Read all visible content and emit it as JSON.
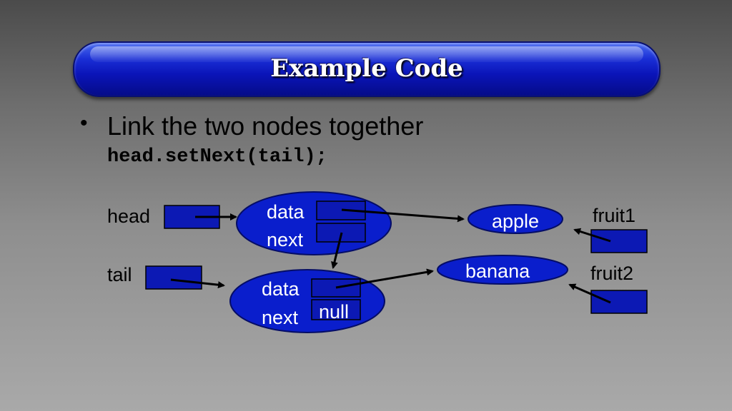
{
  "slide": {
    "title": "Example Code",
    "bullet": "Link the two nodes together",
    "code": "head.setNext(tail);"
  },
  "diagram": {
    "head_label": "head",
    "tail_label": "tail",
    "node1": {
      "data_label": "data",
      "next_label": "next"
    },
    "node2": {
      "data_label": "data",
      "next_label": "next",
      "next_value": "null"
    },
    "apple": "apple",
    "banana": "banana",
    "fruit1_label": "fruit1",
    "fruit2_label": "fruit2"
  },
  "colors": {
    "node_fill": "#0a1ecc",
    "box_fill": "#0c19b4",
    "arrow": "#000000"
  }
}
